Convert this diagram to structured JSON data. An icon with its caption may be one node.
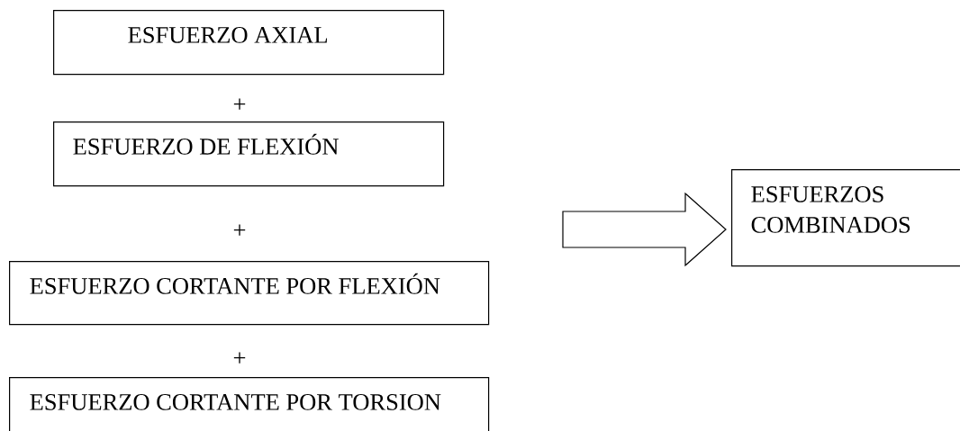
{
  "diagram": {
    "nodes": [
      {
        "text": [
          "ESFUERZO AXIAL"
        ]
      },
      {
        "text": [
          "ESFUERZO DE FLEXIÓN"
        ]
      },
      {
        "text": [
          "ESFUERZO CORTANTE POR FLEXIÓN"
        ]
      },
      {
        "text": [
          "ESFUERZO CORTANTE POR TORSION"
        ]
      },
      {
        "text": [
          "ESFUERZOS COMBINADOS"
        ]
      }
    ],
    "edges": [
      {
        "from": null,
        "to": 4,
        "arrow": "to"
      }
    ],
    "labels": [
      "+",
      "+",
      "+"
    ]
  }
}
